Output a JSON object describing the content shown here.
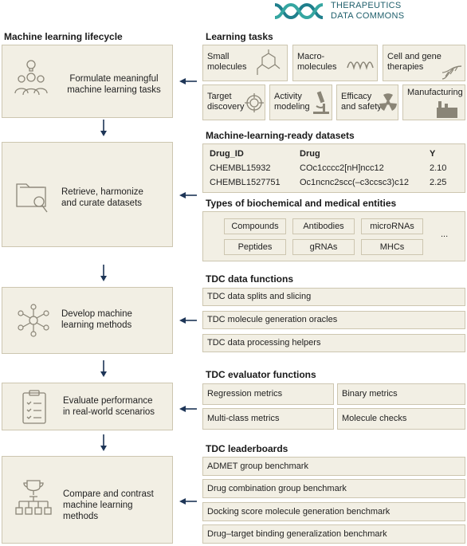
{
  "logo": {
    "line1": "THERAPEUTICS",
    "line2": "DATA COMMONS",
    "colors": [
      "#1f7f8c",
      "#35a6a1"
    ]
  },
  "left": {
    "title": "Machine learning lifecycle",
    "stages": [
      {
        "icon": "people-idea-icon",
        "label1": "Formulate meaningful",
        "label2": "machine learning tasks"
      },
      {
        "icon": "folder-search-icon",
        "label1": "Retrieve, harmonize",
        "label2": "and curate datasets"
      },
      {
        "icon": "neural-network-icon",
        "label1": "Develop machine",
        "label2": "learning methods"
      },
      {
        "icon": "clipboard-checklist-icon",
        "label1": "Evaluate performance",
        "label2": "in real-world scenarios"
      },
      {
        "icon": "trophy-tree-icon",
        "label1": "Compare and contrast",
        "label2": "machine learning",
        "label3": "methods"
      }
    ]
  },
  "tasks": {
    "title": "Learning tasks",
    "row1": [
      {
        "label1": "Small",
        "label2": "molecules",
        "icon": "molecule-icon"
      },
      {
        "label1": "Macro-",
        "label2": "molecules",
        "icon": "squiggle-icon"
      },
      {
        "label1": "Cell and gene",
        "label2": "therapies",
        "icon": "dna-icon"
      }
    ],
    "row2": [
      {
        "label1": "Target",
        "label2": "discovery",
        "icon": "target-icon"
      },
      {
        "label1": "Activity",
        "label2": "modeling",
        "icon": "microscope-icon"
      },
      {
        "label1": "Efficacy",
        "label2": "and safety",
        "icon": "radiation-icon"
      },
      {
        "label1": "Manufacturing",
        "label2": "",
        "icon": "factory-icon"
      }
    ]
  },
  "datasets": {
    "title": "Machine-learning-ready datasets",
    "headers": [
      "Drug_ID",
      "Drug",
      "Y"
    ],
    "rows": [
      [
        "CHEMBL15932",
        "COc1cccc2[nH]ncc12",
        "2.10"
      ],
      [
        "CHEMBL1527751",
        "Oc1ncnc2scc(–c3ccsc3)c12",
        "2.25"
      ]
    ]
  },
  "entities": {
    "title": "Types of biochemical and medical entities",
    "items": [
      "Compounds",
      "Antibodies",
      "microRNAs",
      "Peptides",
      "gRNAs",
      "MHCs"
    ],
    "more": "..."
  },
  "data_functions": {
    "title": "TDC data functions",
    "items": [
      "TDC data splits and slicing",
      "TDC molecule generation oracles",
      "TDC data processing helpers"
    ]
  },
  "evaluators": {
    "title": "TDC evaluator functions",
    "items": [
      "Regression metrics",
      "Binary metrics",
      "Multi-class metrics",
      "Molecule checks"
    ]
  },
  "leaderboards": {
    "title": "TDC leaderboards",
    "items": [
      "ADMET group benchmark",
      "Drug combination group benchmark",
      "Docking score molecule generation benchmark",
      "Drug–target binding generalization benchmark"
    ]
  },
  "colors": {
    "panel": "#f2efe4",
    "border": "#cdc6b0",
    "arrow": "#1d3557",
    "icon": "#8a8577"
  }
}
